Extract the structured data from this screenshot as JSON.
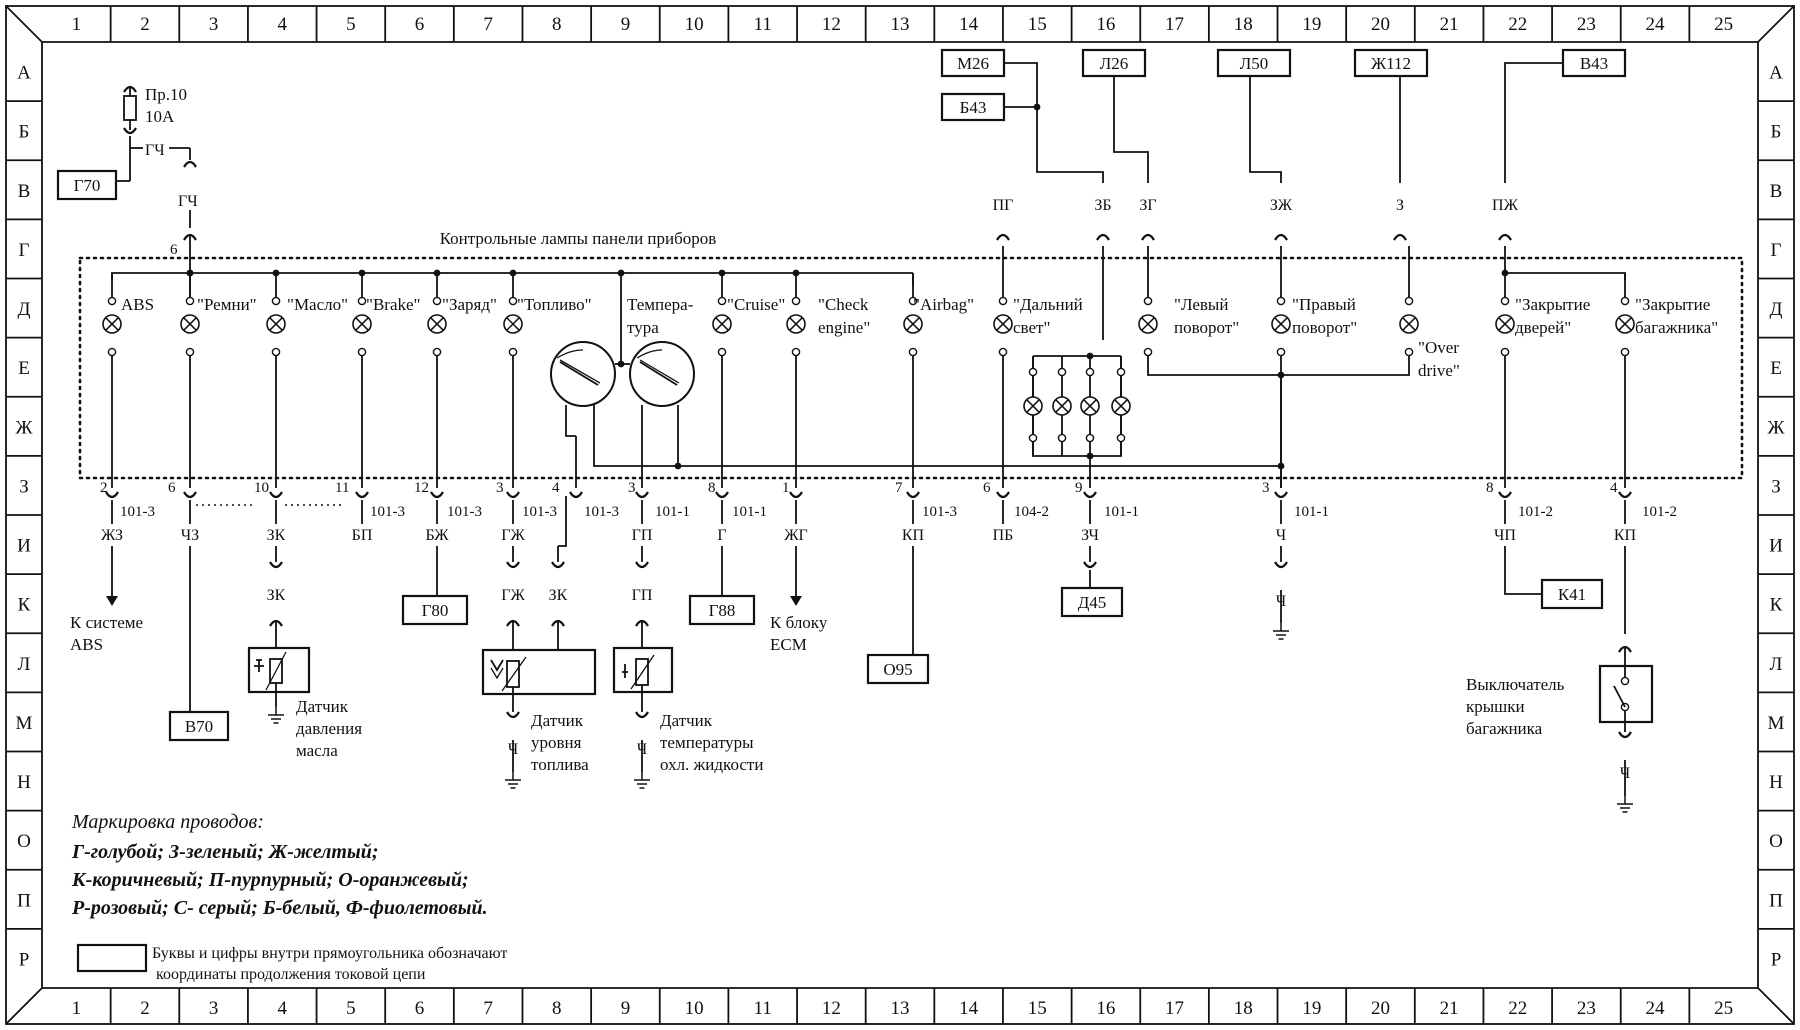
{
  "grid": {
    "columns": [
      "1",
      "2",
      "3",
      "4",
      "5",
      "6",
      "7",
      "8",
      "9",
      "10",
      "11",
      "12",
      "13",
      "14",
      "15",
      "16",
      "17",
      "18",
      "19",
      "20",
      "21",
      "22",
      "23",
      "24",
      "25"
    ],
    "rows": [
      "А",
      "Б",
      "В",
      "Г",
      "Д",
      "Е",
      "Ж",
      "З",
      "И",
      "К",
      "Л",
      "М",
      "Н",
      "О",
      "П",
      "Р"
    ]
  },
  "panel_title": "Контрольные лампы панели приборов",
  "fuse": {
    "label1": "Пр.10",
    "label2": "10А"
  },
  "top_wires": {
    "fuse_out": "ГЧ",
    "fuse_mid": "ГЧ",
    "pin": "6"
  },
  "lamps": {
    "abs": "ABS",
    "belts": "\"Ремни\"",
    "oil": "\"Масло\"",
    "brake": "\"Brake\"",
    "charge": "\"Заряд\"",
    "fuel": "\"Топливо\"",
    "temp1": "Темпера-",
    "temp2": "тура",
    "cruise": "\"Cruise\"",
    "check1": "\"Check",
    "check2": "engine\"",
    "airbag": "\"Airbag\"",
    "highbeam1": "\"Дальний",
    "highbeam2": "свет\"",
    "left1": "\"Левый",
    "left2": "поворот\"",
    "right1": "\"Правый",
    "right2": "поворот\"",
    "od1": "\"Over",
    "od2": "drive\"",
    "doors1": "\"Закрытие",
    "doors2": "дверей\"",
    "trunk1": "\"Закрытие",
    "trunk2": "багажника\""
  },
  "upper_wires": {
    "pg": "ПГ",
    "zb": "ЗБ",
    "zg": "ЗГ",
    "zzh": "ЗЖ",
    "z": "З",
    "pzh": "ПЖ"
  },
  "upper_connectors": {
    "m26": "М26",
    "b43": "Б43",
    "l26": "Л26",
    "l50": "Л50",
    "zh112": "Ж112",
    "v43": "В43",
    "g70": "Г70"
  },
  "bottom_pins": {
    "p2": "2",
    "p6a": "6",
    "p10": "10",
    "p11": "11",
    "p12": "12",
    "p3a": "3",
    "p4": "4",
    "p3b": "3",
    "p8a": "8",
    "p1": "1",
    "p7": "7",
    "p6b": "6",
    "p9": "9",
    "p3c": "3",
    "p8b": "8",
    "p4b": "4"
  },
  "bottom_blocks": {
    "b1013a": "101-3",
    "b1013b": "101-3",
    "b1013c": "101-3",
    "b1013d": "101-3",
    "b1013e": "101-3",
    "b1011a": "101-1",
    "b1011b": "101-1",
    "b1013f": "101-3",
    "b1042": "104-2",
    "b1011c": "101-1",
    "b1011d": "101-1",
    "b1012a": "101-2",
    "b1012b": "101-2"
  },
  "bottom_wires": {
    "zhz": "ЖЗ",
    "chz": "ЧЗ",
    "zk": "ЗК",
    "bp": "БП",
    "bzh": "БЖ",
    "gzh": "ГЖ",
    "gp": "ГП",
    "g": "Г",
    "zhg": "ЖГ",
    "kp": "КП",
    "pb": "ПБ",
    "zch": "ЗЧ",
    "ch": "Ч",
    "chp": "ЧП",
    "kp2": "КП"
  },
  "lower_wires": {
    "zk2": "ЗК",
    "gzh2": "ГЖ",
    "zk3": "ЗК",
    "gp2": "ГП",
    "ch1": "Ч",
    "ch2": "Ч",
    "ch3": "Ч",
    "ch4": "Ч"
  },
  "lower_connectors": {
    "v70": "В70",
    "g80": "Г80",
    "g88": "Г88",
    "o95": "О95",
    "d45": "Д45",
    "k41": "К41"
  },
  "notes": {
    "abs1": "К системе",
    "abs2": "ABS",
    "ecm1": "К блоку",
    "ecm2": "ECM",
    "oil1": "Датчик",
    "oil2": "давления",
    "oil3": "масла",
    "fuel1": "Датчик",
    "fuel2": "уровня",
    "fuel3": "топлива",
    "cool1": "Датчик",
    "cool2": "температуры",
    "cool3": "охл. жидкости",
    "trunk1": "Выключатель",
    "trunk2": "крышки",
    "trunk3": "багажника"
  },
  "legend": {
    "title": "Маркировка проводов:",
    "line1": "Г-голубой; З-зеленый; Ж-желтый;",
    "line2": "К-коричневый; П-пурпурный; О-оранжевый;",
    "line3": "Р-розовый; С- серый; Б-белый, Ф-фиолетовый.",
    "box_text1": "Буквы и цифры внутри прямоугольника обозначают",
    "box_text2": "координаты продолжения токовой цепи"
  }
}
